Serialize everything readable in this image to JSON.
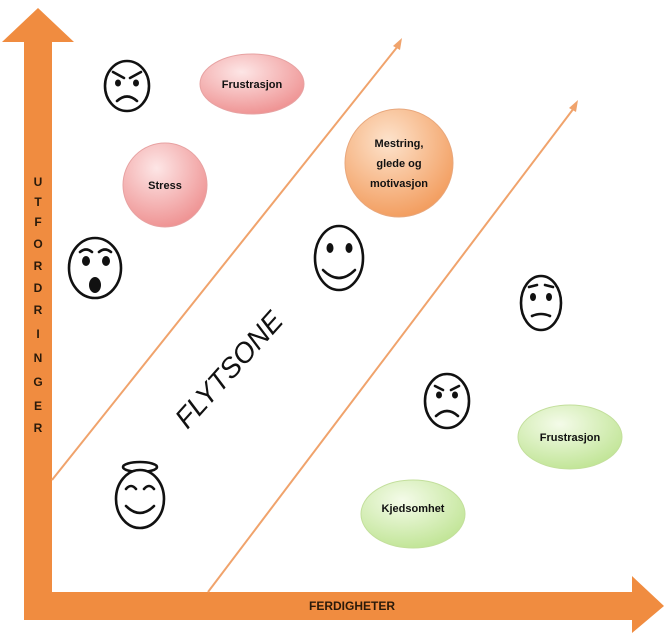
{
  "axes": {
    "y_label": "UTFORDRINGER",
    "x_label": "FERDIGHETER",
    "color": "#f08c40"
  },
  "zone_label": "FLYTSONE",
  "bubbles": {
    "frustrasjon_top": {
      "text": "Frustrasjon",
      "color": "#f29a9a"
    },
    "stress": {
      "text": "Stress",
      "color": "#f29a9a"
    },
    "mestring": {
      "lines": [
        "Mestring,",
        "glede og",
        "motivasjon"
      ],
      "color": "#f5a871"
    },
    "frustrasjon_right": {
      "text": "Frustrasjon",
      "color": "#c9eaa2"
    },
    "kjedsomhet": {
      "text": "Kjedsomhet",
      "color": "#c9eaa2"
    }
  },
  "faces": [
    "angry-face-icon",
    "shocked-face-icon",
    "smiling-face-icon",
    "confused-face-icon",
    "sad-face-icon",
    "angel-face-icon"
  ]
}
